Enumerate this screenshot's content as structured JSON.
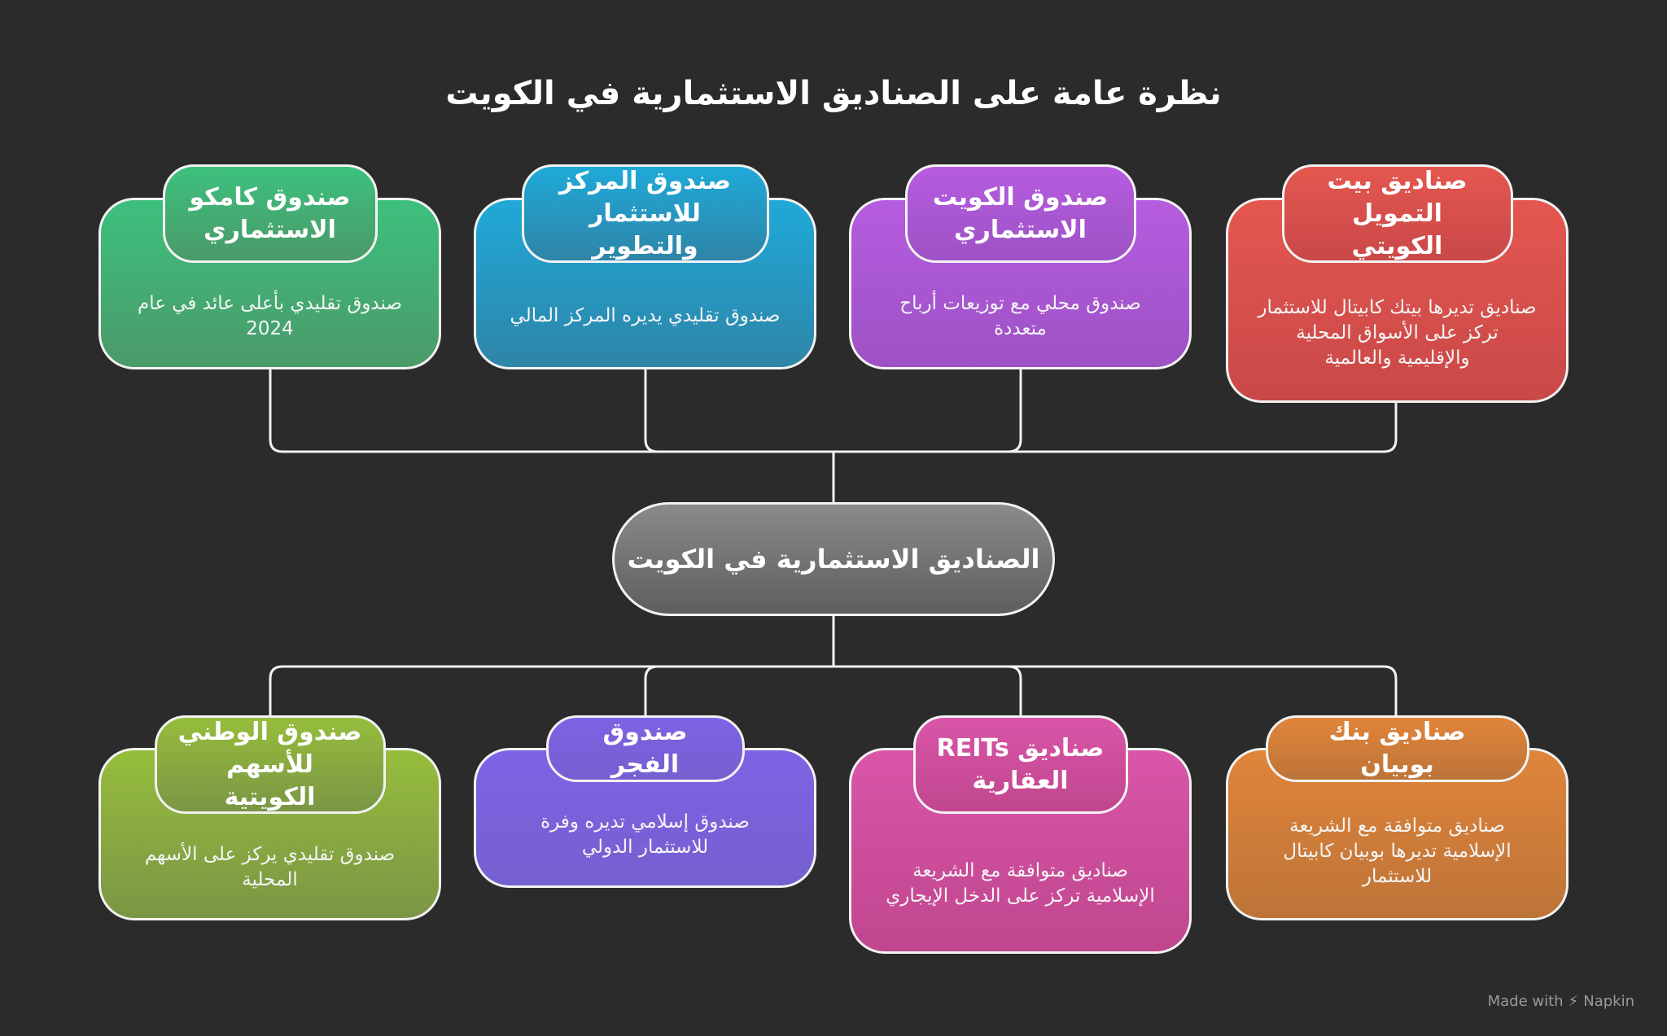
{
  "title": "نظرة عامة على الصناديق الاستثمارية في الكويت",
  "center": "الصناديق الاستثمارية في الكويت",
  "top_cards": [
    {
      "title": "صندوق كامكو الاستثماري",
      "desc": "صندوق تقليدي بأعلى عائد في عام 2024",
      "color_top": "#3dc07d",
      "color_bottom": "#4a9a6a"
    },
    {
      "title": "صندوق المركز للاستثمار والتطوير",
      "desc": "صندوق تقليدي يديره المركز المالي",
      "color_top": "#1fa9d8",
      "color_bottom": "#2e85a8"
    },
    {
      "title": "صندوق الكويت الاستثماري",
      "desc": "صندوق محلي مع توزيعات أرباح متعددة",
      "color_top": "#b65ce0",
      "color_bottom": "#9d52c4"
    },
    {
      "title": "صناديق بيت التمويل الكويتي",
      "desc": "صناديق تديرها بيتك كابيتال للاستثمار تركز على الأسواق المحلية والإقليمية والعالمية",
      "color_top": "#e4574f",
      "color_bottom": "#c94848"
    }
  ],
  "bottom_cards": [
    {
      "title": "صندوق الوطني للأسهم الكويتية",
      "desc": "صندوق تقليدي يركز على الأسهم المحلية",
      "color_top": "#96bd3c",
      "color_bottom": "#7a9645"
    },
    {
      "title": "صندوق الفجر",
      "desc": "صندوق إسلامي تديره وفرة للاستثمار الدولي",
      "color_top": "#7e62e4",
      "color_bottom": "#7560d0"
    },
    {
      "title": "صناديق REITs العقارية",
      "desc": "صناديق متوافقة مع الشريعة الإسلامية تركز على الدخل الإيجاري",
      "color_top": "#d955a8",
      "color_bottom": "#c0468e"
    },
    {
      "title": "صناديق بنك بوبيان",
      "desc": "صناديق متوافقة مع الشريعة الإسلامية تديرها بوبيان كابيتال للاستثمار",
      "color_top": "#e0843a",
      "color_bottom": "#bd7438"
    }
  ],
  "footer": {
    "prefix": "Made with",
    "brand": "Napkin"
  }
}
